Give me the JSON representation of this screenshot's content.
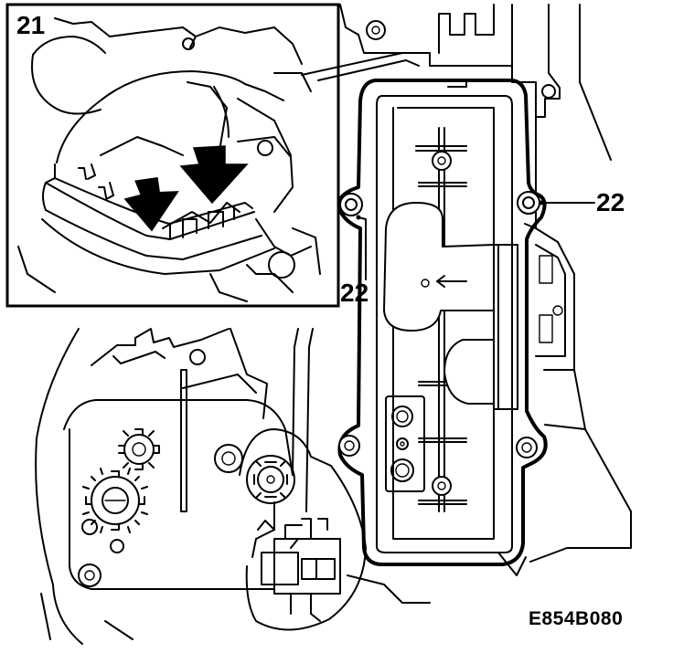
{
  "figure": {
    "id_code": "E854B080",
    "callouts": {
      "inset_label": "21",
      "screw_right": "22",
      "screw_left": "22"
    }
  },
  "colors": {
    "ink": "#000000",
    "paper": "#ffffff",
    "arrow_fill": "#000000"
  },
  "icons": {
    "indicator_arrows": "double-down-arrow-icon",
    "direction_mark": "left-arrow-icon"
  }
}
